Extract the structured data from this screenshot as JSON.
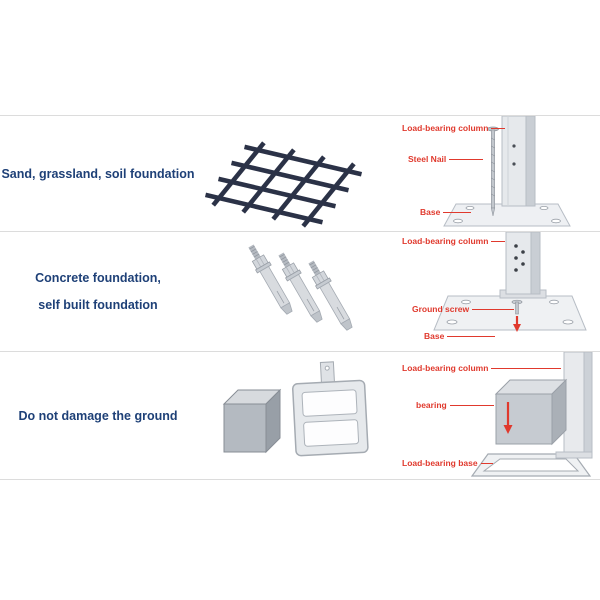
{
  "colors": {
    "title_text": "#1e4077",
    "label_text": "#e0392d",
    "leader_line": "#e0392d",
    "divider": "#dcdcdc",
    "grid_product": "#2b3247",
    "metal_light": "#e6e9ec",
    "metal_mid": "#c9ced4"
  },
  "rows": [
    {
      "title_lines": [
        "Sand, grassland, soil foundation"
      ],
      "product_icon": "ground-anchor-grid-icon",
      "labels": [
        {
          "text": "Load-bearing column"
        },
        {
          "text": "Steel Nail"
        },
        {
          "text": "Base"
        }
      ]
    },
    {
      "title_lines": [
        "Concrete foundation,",
        "self built foundation"
      ],
      "product_icon": "expansion-bolts-icon",
      "labels": [
        {
          "text": "Load-bearing column"
        },
        {
          "text": "Ground screw"
        },
        {
          "text": "Base"
        }
      ]
    },
    {
      "title_lines": [
        "Do not damage the ground"
      ],
      "product_icon": "bearing-block-and-frame-icon",
      "labels": [
        {
          "text": "Load-bearing column"
        },
        {
          "text": "bearing"
        },
        {
          "text": "Load-bearing base"
        }
      ]
    }
  ]
}
